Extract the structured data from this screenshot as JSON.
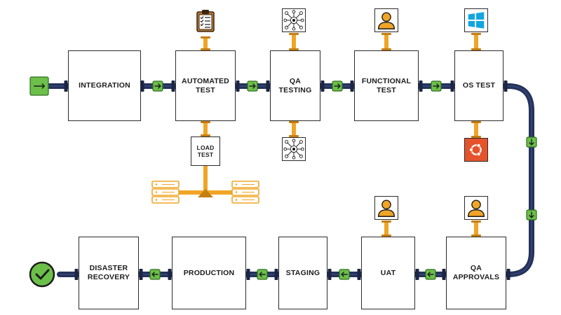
{
  "colors": {
    "pipe": "#24325a",
    "pipe_joint": "#1b2544",
    "arrow_fill": "#6cc04a",
    "arrow_stroke": "#2f6d1f",
    "connector": "#f0a526",
    "connector_dark": "#c57e10",
    "box_border": "#2b2b2b",
    "check_fill": "#6cc04a"
  },
  "stages": {
    "integration": "INTEGRATION",
    "automated_test": "AUTOMATED\nTEST",
    "qa_testing": "QA\nTESTING",
    "functional_test": "FUNCTIONAL\nTEST",
    "os_test": "OS TEST",
    "load_test": "LOAD\nTEST",
    "qa_approvals": "QA\nAPPROVALS",
    "uat": "UAT",
    "staging": "STAGING",
    "production": "PRODUCTION",
    "disaster_recovery": "DISASTER\nRECOVERY"
  },
  "icons": {
    "clipboard": "clipboard-checklist-icon",
    "network": "network-hub-icon",
    "user": "user-icon",
    "windows": "windows-logo-icon",
    "ubuntu": "ubuntu-logo-icon",
    "server": "server-rack-icon",
    "arrow_right": "arrow-right-icon",
    "arrow_left": "arrow-left-icon",
    "arrow_down": "arrow-down-icon",
    "check": "check-circle-icon"
  }
}
